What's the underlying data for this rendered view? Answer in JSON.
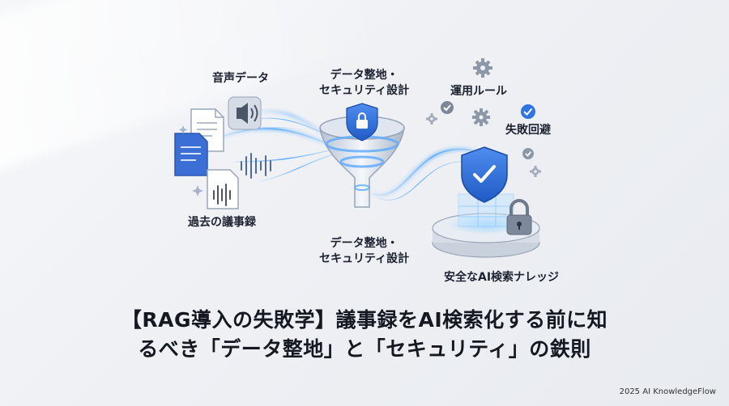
{
  "labels": {
    "audio": "音声データ",
    "minutes": "過去の議事録",
    "prep_top_line1": "データ整地・",
    "prep_top_line2": "セキュリティ設計",
    "prep_bottom_line1": "データ整地・",
    "prep_bottom_line2": "セキュリティ設計",
    "rules": "運用ルール",
    "failure_avoidance": "失敗回避",
    "safe_knowledge": "安全なAI検索ナレッジ"
  },
  "headline": {
    "line1": "【RAG導入の失敗学】議事録をAI検索化する前に知",
    "line2": "るべき「データ整地」と「セキュリティ」の鉄則"
  },
  "credit": "2025 AI KnowledgeFlow",
  "colors": {
    "accent": "#2f74e0",
    "glow": "#7fc4ff",
    "doc": "#3b6fd6",
    "ink": "#1c2230"
  },
  "icons": [
    "document-icon",
    "audio-icon",
    "waveform-icon",
    "funnel-icon",
    "shield-lock-icon",
    "gear-icon",
    "check-icon",
    "padlock-icon",
    "database-platform-icon",
    "sparkle-icon"
  ]
}
